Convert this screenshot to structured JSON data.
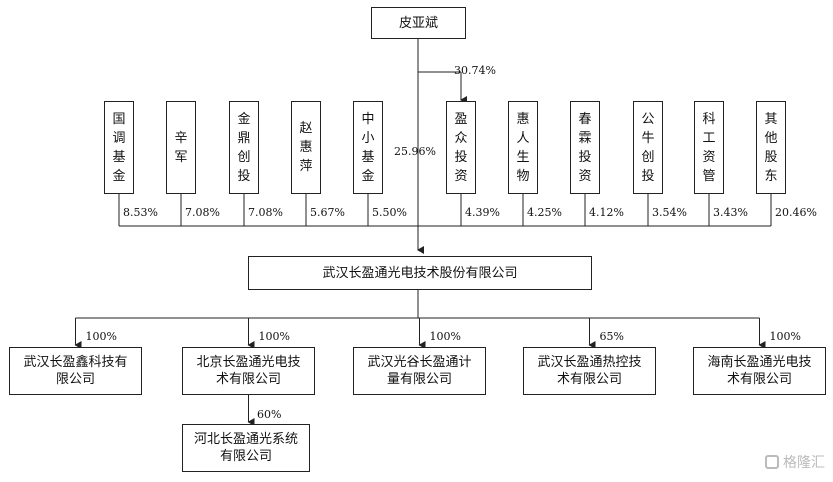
{
  "top_shareholder": "皮亚斌",
  "top_to_yingzhong_pct": "30.74%",
  "top_to_company_pct": "25.96%",
  "shareholders": [
    {
      "name": "国调基金",
      "pct": "8.53%"
    },
    {
      "name": "辛军",
      "pct": "7.08%"
    },
    {
      "name": "金鼎创投",
      "pct": "7.08%"
    },
    {
      "name": "赵惠萍",
      "pct": "5.67%"
    },
    {
      "name": "中小基金",
      "pct": "5.50%"
    },
    {
      "name": "盈众投资",
      "pct": "4.39%"
    },
    {
      "name": "惠人生物",
      "pct": "4.25%"
    },
    {
      "name": "春霖投资",
      "pct": "4.12%"
    },
    {
      "name": "公牛创投",
      "pct": "3.54%"
    },
    {
      "name": "科工资管",
      "pct": "3.43%"
    },
    {
      "name": "其他股东",
      "pct": "20.46%"
    }
  ],
  "company": "武汉长盈通光电技术股份有限公司",
  "subsidiaries": [
    {
      "line1": "武汉长盈鑫科技有",
      "line2": "限公司",
      "pct": "100%"
    },
    {
      "line1": "北京长盈通光电技",
      "line2": "术有限公司",
      "pct": "100%"
    },
    {
      "line1": "武汉光谷长盈通计",
      "line2": "量有限公司",
      "pct": "100%"
    },
    {
      "line1": "武汉长盈通热控技",
      "line2": "术有限公司",
      "pct": "65%"
    },
    {
      "line1": "海南长盈通光电技",
      "line2": "术有限公司",
      "pct": "100%"
    }
  ],
  "grand_subsidiary": {
    "line1": "河北长盈通光系统",
    "line2": "有限公司",
    "pct": "60%"
  },
  "watermark": "格隆汇"
}
